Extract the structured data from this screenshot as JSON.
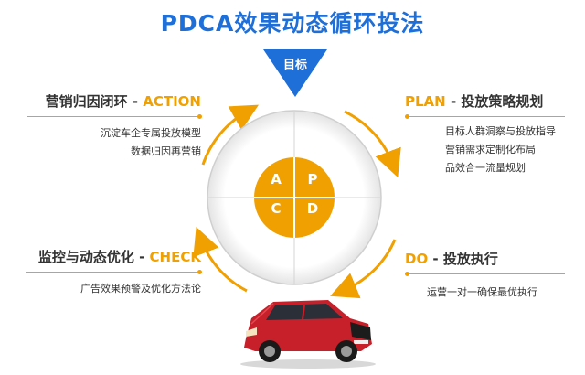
{
  "title": "PDCA效果动态循环投法",
  "target_label": "目标",
  "center_letters": {
    "a": "A",
    "p": "P",
    "c": "C",
    "d": "D"
  },
  "action": {
    "title_cn": "营销归因闭环 - ",
    "title_en": "ACTION",
    "lines": [
      "沉淀车企专属投放模型",
      "数据归因再营销"
    ]
  },
  "plan": {
    "title_en": "PLAN",
    "title_cn": " - 投放策略规划",
    "lines": [
      "目标人群洞察与投放指导",
      "营销需求定制化布局",
      "品效合一流量规划"
    ]
  },
  "check": {
    "title_cn": "监控与动态优化 - ",
    "title_en": "CHECK",
    "lines": [
      "广告效果预警及优化方法论"
    ]
  },
  "do": {
    "title_en": "DO",
    "title_cn": " - 投放执行",
    "lines": [
      "运营一对一确保最优执行"
    ]
  },
  "colors": {
    "title_blue": "#1f6fd8",
    "accent_orange": "#f0a000",
    "car_red": "#c8202a"
  }
}
